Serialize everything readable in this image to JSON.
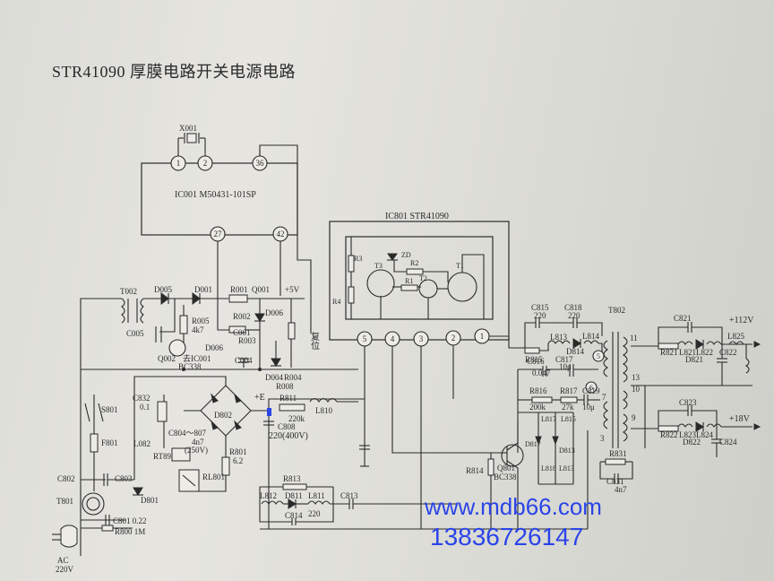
{
  "title": "STR41090 厚膜电路开关电源电路",
  "ic_micro": {
    "crystal": "X001",
    "name": "IC001  M50431-101SP",
    "pins": [
      "1",
      "2",
      "36",
      "27",
      "42"
    ]
  },
  "ic_power": {
    "name": "IC801  STR41090",
    "internal_labels": [
      "R3",
      "ZD",
      "T3",
      "R2",
      "T1",
      "R1",
      "T2",
      "R4"
    ],
    "pins": [
      "5",
      "4",
      "3",
      "2",
      "1"
    ]
  },
  "standby_section": [
    "T002",
    "D005",
    "D001",
    "R001",
    "Q001",
    "+5V",
    "R005",
    "4k7",
    "C005",
    "R002",
    "D006",
    "C001",
    "R003",
    "D006",
    "Q002",
    "去IC001",
    "BC338",
    "C004",
    "D004",
    "R004",
    "R008",
    "复位"
  ],
  "primary_section": [
    "S801",
    "F801",
    "C832",
    "0.1",
    "L082",
    "RT89",
    "C804～807",
    "4n7",
    "(250V)",
    "D802",
    "+E",
    "R801",
    "6.2",
    "RL801",
    "D801",
    "C802",
    "C803",
    "T801",
    "C801 0.22",
    "R800 1M",
    "AC",
    "220V"
  ],
  "main_filter": [
    "R811",
    "220k",
    "C808",
    "220(400V)",
    "L810",
    "R813",
    "L812",
    "D811",
    "L811",
    "220",
    "C813",
    "C814"
  ],
  "control_section": [
    "C815",
    "220",
    "C818",
    "220",
    "T802",
    "R815",
    "L813",
    "L814",
    "C816",
    "0.047",
    "C817",
    "10μ",
    "D814",
    "R816",
    "200k",
    "R817",
    "27k",
    "C819",
    "10μ",
    "D817",
    "L817",
    "D813",
    "L815",
    "L818",
    "L813",
    "R814",
    "Q801",
    "BC338",
    "R831",
    "C831",
    "4n7"
  ],
  "transformer_pins": [
    "5",
    "6",
    "7",
    "3",
    "11",
    "13",
    "10",
    "9"
  ],
  "secondary_section": [
    "C821",
    "+112V",
    "R821",
    "L821",
    "L822",
    "L825",
    "D821",
    "C822",
    "C823",
    "+18V",
    "R822",
    "L823",
    "L824",
    "D822",
    "C824"
  ],
  "watermark": {
    "url": "www.mdb66.com",
    "phone": "13836726147",
    "color": "#2a44e8"
  }
}
